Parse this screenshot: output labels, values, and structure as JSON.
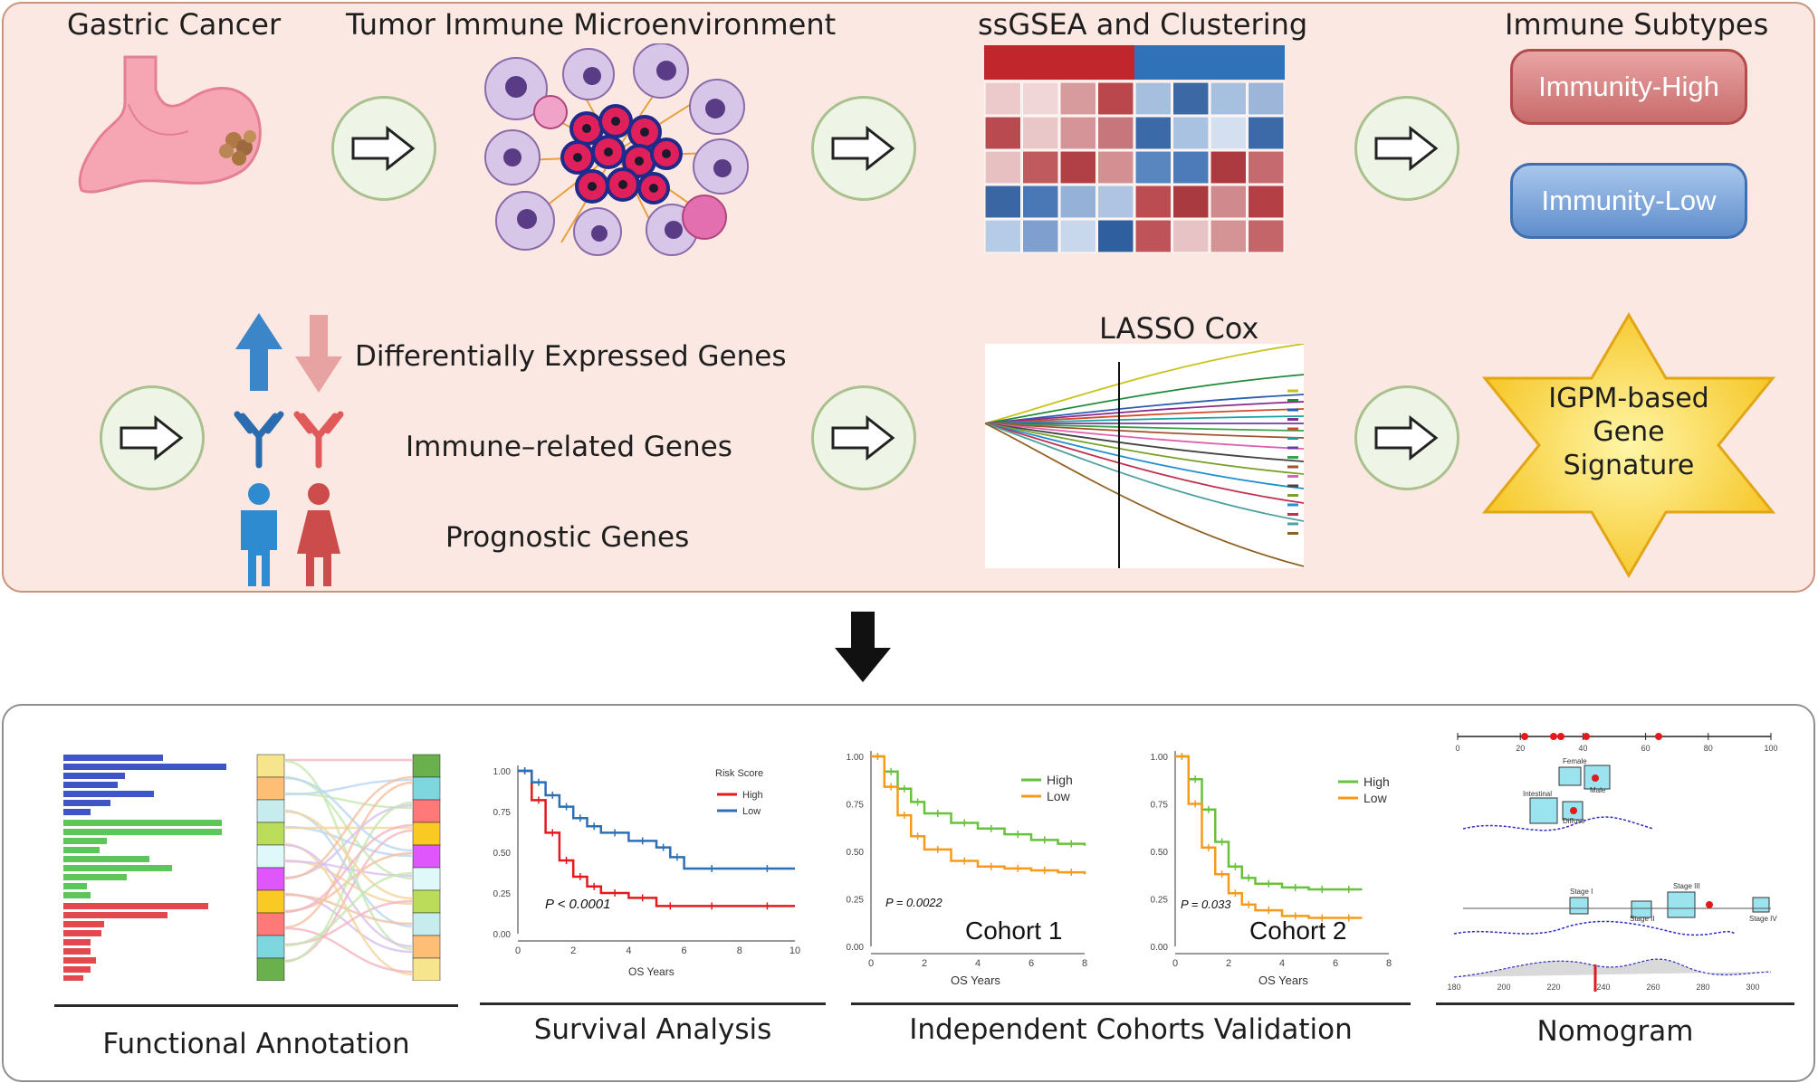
{
  "top": {
    "titles": {
      "gastric": "Gastric Cancer",
      "tme": "Tumor Immune Microenvironment",
      "ssgsea": "ssGSEA and Clustering",
      "subtypes": "Immune Subtypes",
      "lasso": "LASSO Cox"
    },
    "subtypes": {
      "high": "Immunity-High",
      "low": "Immunity-Low"
    },
    "genes": {
      "deg": "Differentially Expressed Genes",
      "immune": "Immune–related Genes",
      "prognostic": "Prognostic Genes"
    },
    "signature": {
      "line1": "IGPM-based",
      "line2": "Gene",
      "line3": "Signature"
    }
  },
  "bottom": {
    "labels": {
      "functional": "Functional Annotation",
      "survival": "Survival Analysis",
      "cohorts": "Independent Cohorts Validation",
      "nomogram": "Nomogram"
    },
    "survival": {
      "legend_title": "Risk Score",
      "legend_high": "High",
      "legend_low": "Low",
      "p_value": "P < 0.0001",
      "xlabel": "OS Years",
      "yticks": [
        "1.00",
        "0.75",
        "0.50",
        "0.25",
        "0.00"
      ],
      "xticks": [
        "0",
        "2",
        "4",
        "6",
        "8",
        "10"
      ]
    },
    "cohort1": {
      "title": "Cohort 1",
      "legend_high": "High",
      "legend_low": "Low",
      "p_value": "P = 0.0022",
      "xlabel": "OS  Years",
      "yticks": [
        "1.00",
        "0.75",
        "0.50",
        "0.25",
        "0.00"
      ],
      "xticks": [
        "0",
        "2",
        "4",
        "6",
        "8"
      ]
    },
    "cohort2": {
      "title": "Cohort 2",
      "legend_high": "High",
      "legend_low": "Low",
      "p_value": "P = 0.033",
      "xlabel": "OS  Years",
      "yticks": [
        "1.00",
        "0.75",
        "0.50",
        "0.25",
        "0.00"
      ],
      "xticks": [
        "0",
        "2",
        "4",
        "6",
        "8"
      ]
    },
    "nomogram": {
      "top_ticks": [
        "0",
        "20",
        "40",
        "60",
        "80",
        "100"
      ],
      "row_labels": [
        "Female",
        "Male",
        "Intestinal",
        "Diffuse",
        "Stage I",
        "Stage II",
        "Stage III",
        "Stage IV"
      ],
      "bottom_ticks": [
        "180",
        "200",
        "220",
        "240",
        "260",
        "280",
        "300"
      ]
    }
  },
  "colors": {
    "high_red": "#e31a1c",
    "low_blue": "#2c6fb5",
    "cohort_high_green": "#66c23a",
    "cohort_low_orange": "#f59a1b",
    "heat_red": "#c0262c",
    "heat_blue": "#2f72b8"
  },
  "chart_data": [
    {
      "type": "line",
      "ylim": [
        0,
        1
      ],
      "xlim": [
        0,
        10
      ],
      "series": [
        {
          "name": "High",
          "x": [
            0,
            0.5,
            1,
            1.5,
            2,
            2.5,
            3,
            4,
            5,
            6,
            8,
            10
          ],
          "values": [
            1.0,
            0.82,
            0.62,
            0.45,
            0.35,
            0.29,
            0.25,
            0.22,
            0.17,
            0.17,
            0.17,
            0.17
          ]
        },
        {
          "name": "Low",
          "x": [
            0,
            0.5,
            1,
            1.5,
            2,
            2.5,
            3,
            4,
            5,
            5.5,
            6,
            8,
            10
          ],
          "values": [
            1.0,
            0.93,
            0.85,
            0.78,
            0.71,
            0.66,
            0.62,
            0.57,
            0.53,
            0.47,
            0.4,
            0.4,
            0.4
          ]
        }
      ]
    },
    {
      "type": "line",
      "ylim": [
        0,
        1
      ],
      "xlim": [
        0,
        8
      ],
      "series": [
        {
          "name": "High",
          "x": [
            0,
            0.5,
            1,
            1.5,
            2,
            3,
            4,
            5,
            6,
            7,
            8
          ],
          "values": [
            1.0,
            0.92,
            0.83,
            0.76,
            0.7,
            0.65,
            0.62,
            0.59,
            0.56,
            0.54,
            0.53
          ]
        },
        {
          "name": "Low",
          "x": [
            0,
            0.5,
            1,
            1.5,
            2,
            3,
            4,
            5,
            6,
            7,
            8
          ],
          "values": [
            1.0,
            0.84,
            0.69,
            0.58,
            0.51,
            0.45,
            0.42,
            0.41,
            0.4,
            0.39,
            0.38
          ]
        }
      ]
    },
    {
      "type": "line",
      "ylim": [
        0,
        1
      ],
      "xlim": [
        0,
        8
      ],
      "series": [
        {
          "name": "High",
          "x": [
            0,
            0.5,
            1,
            1.5,
            2,
            2.5,
            3,
            4,
            5,
            6,
            7
          ],
          "values": [
            1.0,
            0.88,
            0.72,
            0.55,
            0.42,
            0.36,
            0.33,
            0.31,
            0.3,
            0.3,
            0.3
          ]
        },
        {
          "name": "Low",
          "x": [
            0,
            0.5,
            1,
            1.5,
            2,
            2.5,
            3,
            4,
            5,
            6,
            7
          ],
          "values": [
            1.0,
            0.75,
            0.52,
            0.38,
            0.28,
            0.22,
            0.19,
            0.16,
            0.15,
            0.15,
            0.15
          ]
        }
      ]
    }
  ]
}
